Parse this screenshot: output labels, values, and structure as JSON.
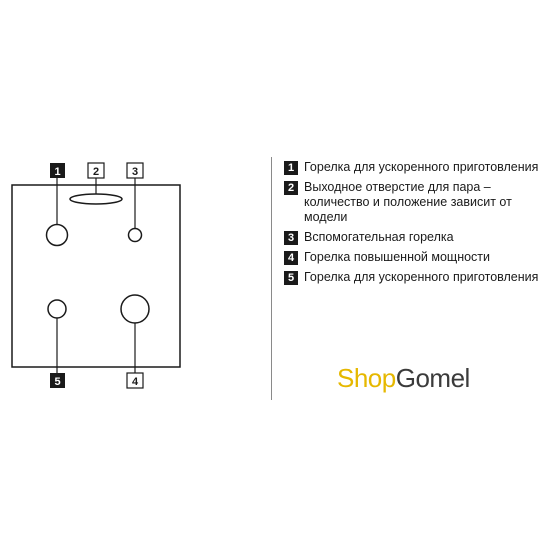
{
  "diagram": {
    "markers": [
      {
        "num": "1"
      },
      {
        "num": "2"
      },
      {
        "num": "3"
      },
      {
        "num": "4"
      },
      {
        "num": "5"
      }
    ]
  },
  "legend": {
    "items": [
      {
        "num": "1",
        "text": "Горелка для ускоренного приготовления"
      },
      {
        "num": "2",
        "text": "Выходное отверстие для пара – количество и положение зависит от модели"
      },
      {
        "num": "3",
        "text": "Вспомогательная горелка"
      },
      {
        "num": "4",
        "text": "Горелка повышенной мощности"
      },
      {
        "num": "5",
        "text": "Горелка для ускоренного приготовления"
      }
    ]
  },
  "logo": {
    "part1": "Shop",
    "part2": "Gomel"
  },
  "colors": {
    "line": "#1a1a1a",
    "logo_accent": "#e6b800",
    "logo_dark": "#3b3b3b"
  }
}
